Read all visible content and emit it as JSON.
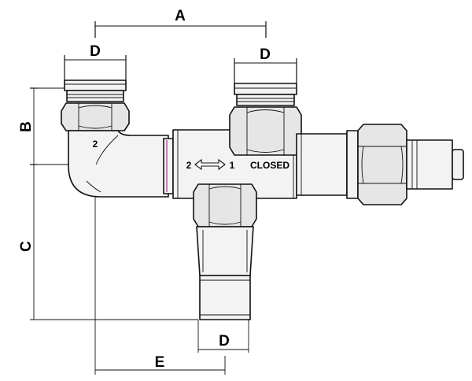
{
  "dimensions": {
    "top_span": "A",
    "left_upper": "B",
    "left_lower": "C",
    "left_thread": "D",
    "right_thread": "D",
    "bottom_thread": "D",
    "bottom_offset": "E"
  },
  "markings": {
    "elbow_port": "2",
    "flow_from": "2",
    "flow_to": "1",
    "state": "CLOSED"
  }
}
